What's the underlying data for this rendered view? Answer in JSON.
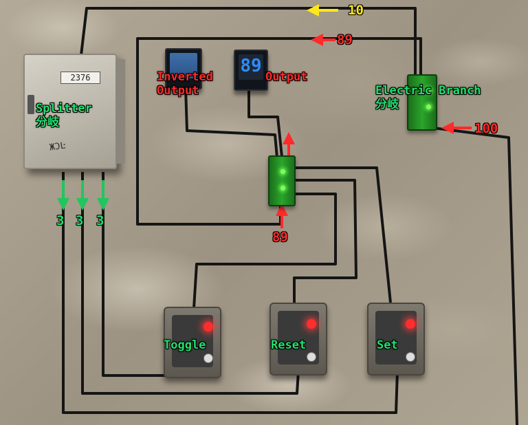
{
  "scene": {
    "splitter": {
      "label_en": "Splitter",
      "label_jp": "分岐",
      "tag_text": "2376",
      "graffiti": "ЖƆĿ",
      "output_counts": [
        "3",
        "3",
        "3"
      ]
    },
    "inverted_output": {
      "label_line1": "Inverted",
      "label_line2": "Output",
      "display_value": ""
    },
    "output": {
      "label": "Output",
      "display_value": "89"
    },
    "electric_branch": {
      "label_en": "Electric Branch",
      "label_jp": "分岐",
      "input_value": "100"
    },
    "top_wire": {
      "value_yellow": "10",
      "value_red": "89"
    },
    "memory_cell": {
      "input_value": "89"
    },
    "switches": [
      {
        "label": "Toggle"
      },
      {
        "label": "Reset"
      },
      {
        "label": "Set"
      }
    ]
  },
  "colors": {
    "label_green": "#22e06e",
    "label_red": "#ff2a2a",
    "label_yellow": "#ffe81a",
    "display_blue": "#2b8cff",
    "wire": "#151515"
  },
  "icons": [
    "arrow-left-icon",
    "arrow-up-icon",
    "arrow-down-icon"
  ]
}
